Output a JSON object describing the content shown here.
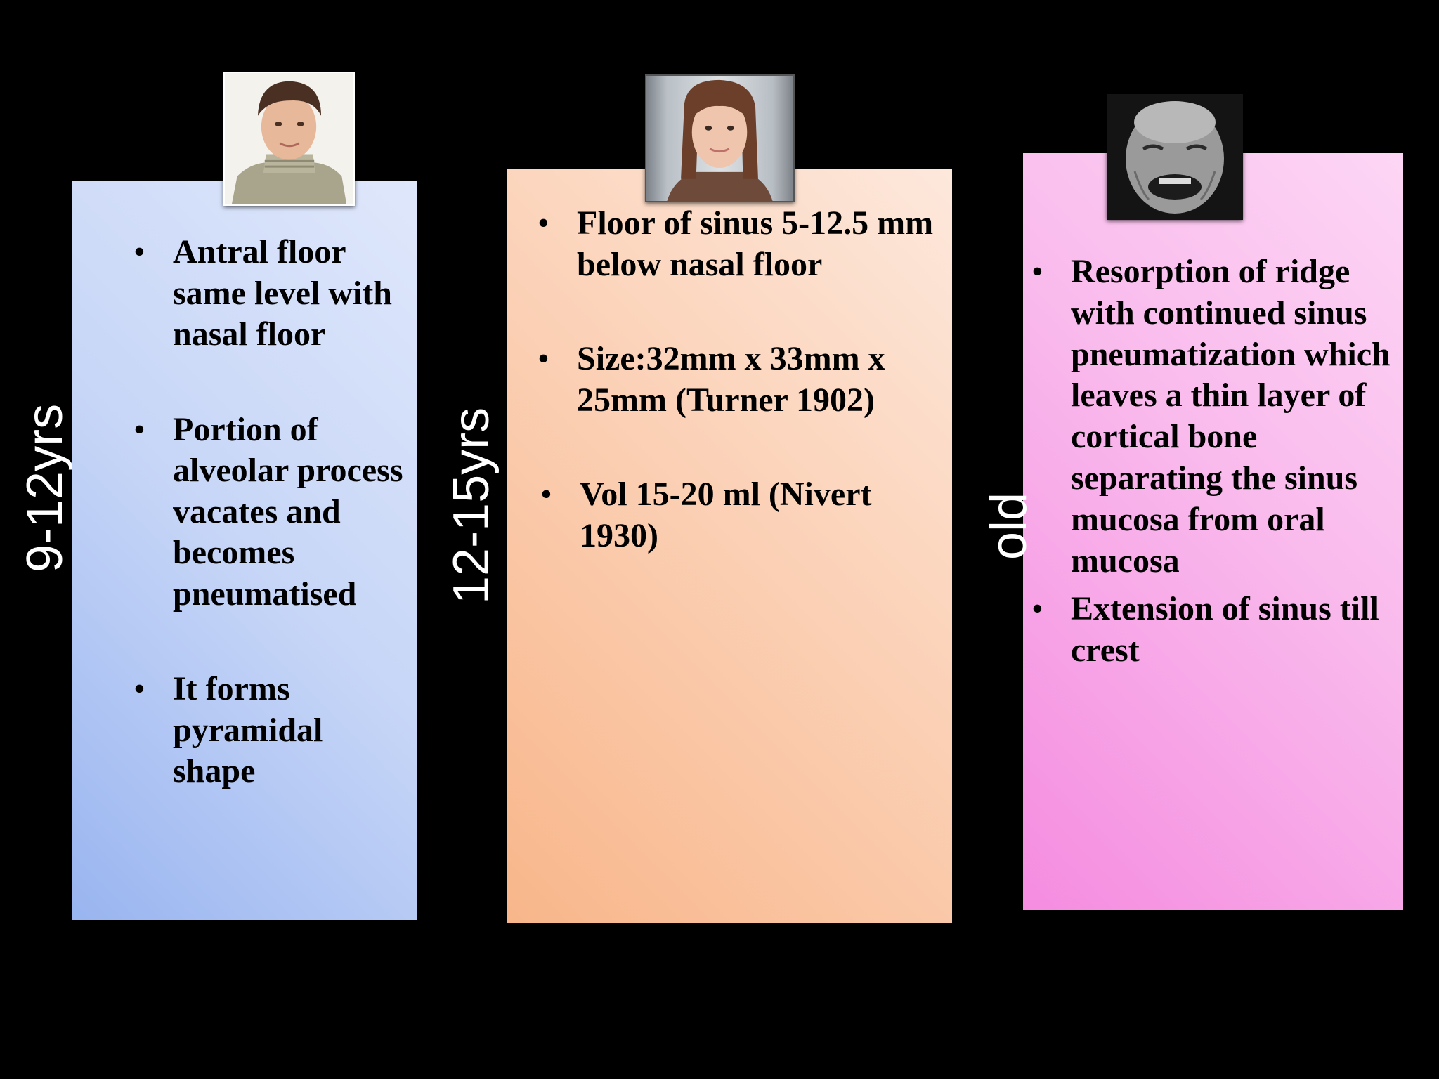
{
  "panels": [
    {
      "age_label": "9-12yrs",
      "photo": "boy-portrait-image",
      "bullets": [
        "Antral floor same level with nasal floor",
        "Portion of alveolar process vacates and becomes pneumatised",
        "It forms pyramidal shape"
      ]
    },
    {
      "age_label": "12-15yrs",
      "photo": "girl-portrait-image",
      "bullets": [
        "Floor of sinus 5-12.5 mm below nasal floor",
        "Size:32mm x 33mm x 25mm   (Turner 1902)",
        "Vol 15-20 ml (Nivert 1930)"
      ]
    },
    {
      "age_label": "old",
      "photo": "elderly-man-portrait-image",
      "bullets": [
        "Resorption of ridge with continued sinus pneumatization which leaves a thin layer of cortical bone separating the sinus mucosa from oral mucosa",
        "Extension of sinus till crest"
      ]
    }
  ],
  "colors": {
    "background": "#000000",
    "panel_1": "#bcd0f6",
    "panel_2": "#fbcfb3",
    "panel_3": "#f9b9ec",
    "age_text": "#ffffff"
  }
}
